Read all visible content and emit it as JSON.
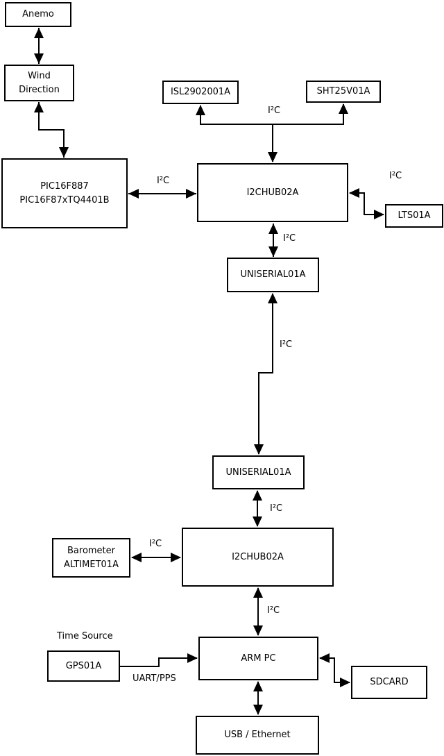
{
  "diagram": {
    "colors": {
      "line": "#000000",
      "box_fill": "#ffffff",
      "background": "#ffffff"
    },
    "nodes": {
      "anemo": {
        "label": "Anemo"
      },
      "wind_direction": {
        "label": "Wind\nDirection"
      },
      "pic": {
        "label": "PIC16F887\nPIC16F87xTQ4401B"
      },
      "isl": {
        "label": "ISL2902001A"
      },
      "sht": {
        "label": "SHT25V01A"
      },
      "i2chub_top": {
        "label": "I2CHUB02A"
      },
      "lts": {
        "label": "LTS01A"
      },
      "uniserial_upper": {
        "label": "UNISERIAL01A"
      },
      "uniserial_lower": {
        "label": "UNISERIAL01A"
      },
      "i2chub_bottom": {
        "label": "I2CHUB02A"
      },
      "barometer": {
        "label": "Barometer\nALTIMET01A"
      },
      "arm_pc": {
        "label": "ARM PC"
      },
      "gps": {
        "label": "GPS01A"
      },
      "sdcard": {
        "label": "SDCARD"
      },
      "usb_ethernet": {
        "label": "USB / Ethernet"
      }
    },
    "edge_labels": {
      "i2c": "I²C",
      "time_source": "Time Source",
      "uart_pps": "UART/PPS"
    }
  }
}
